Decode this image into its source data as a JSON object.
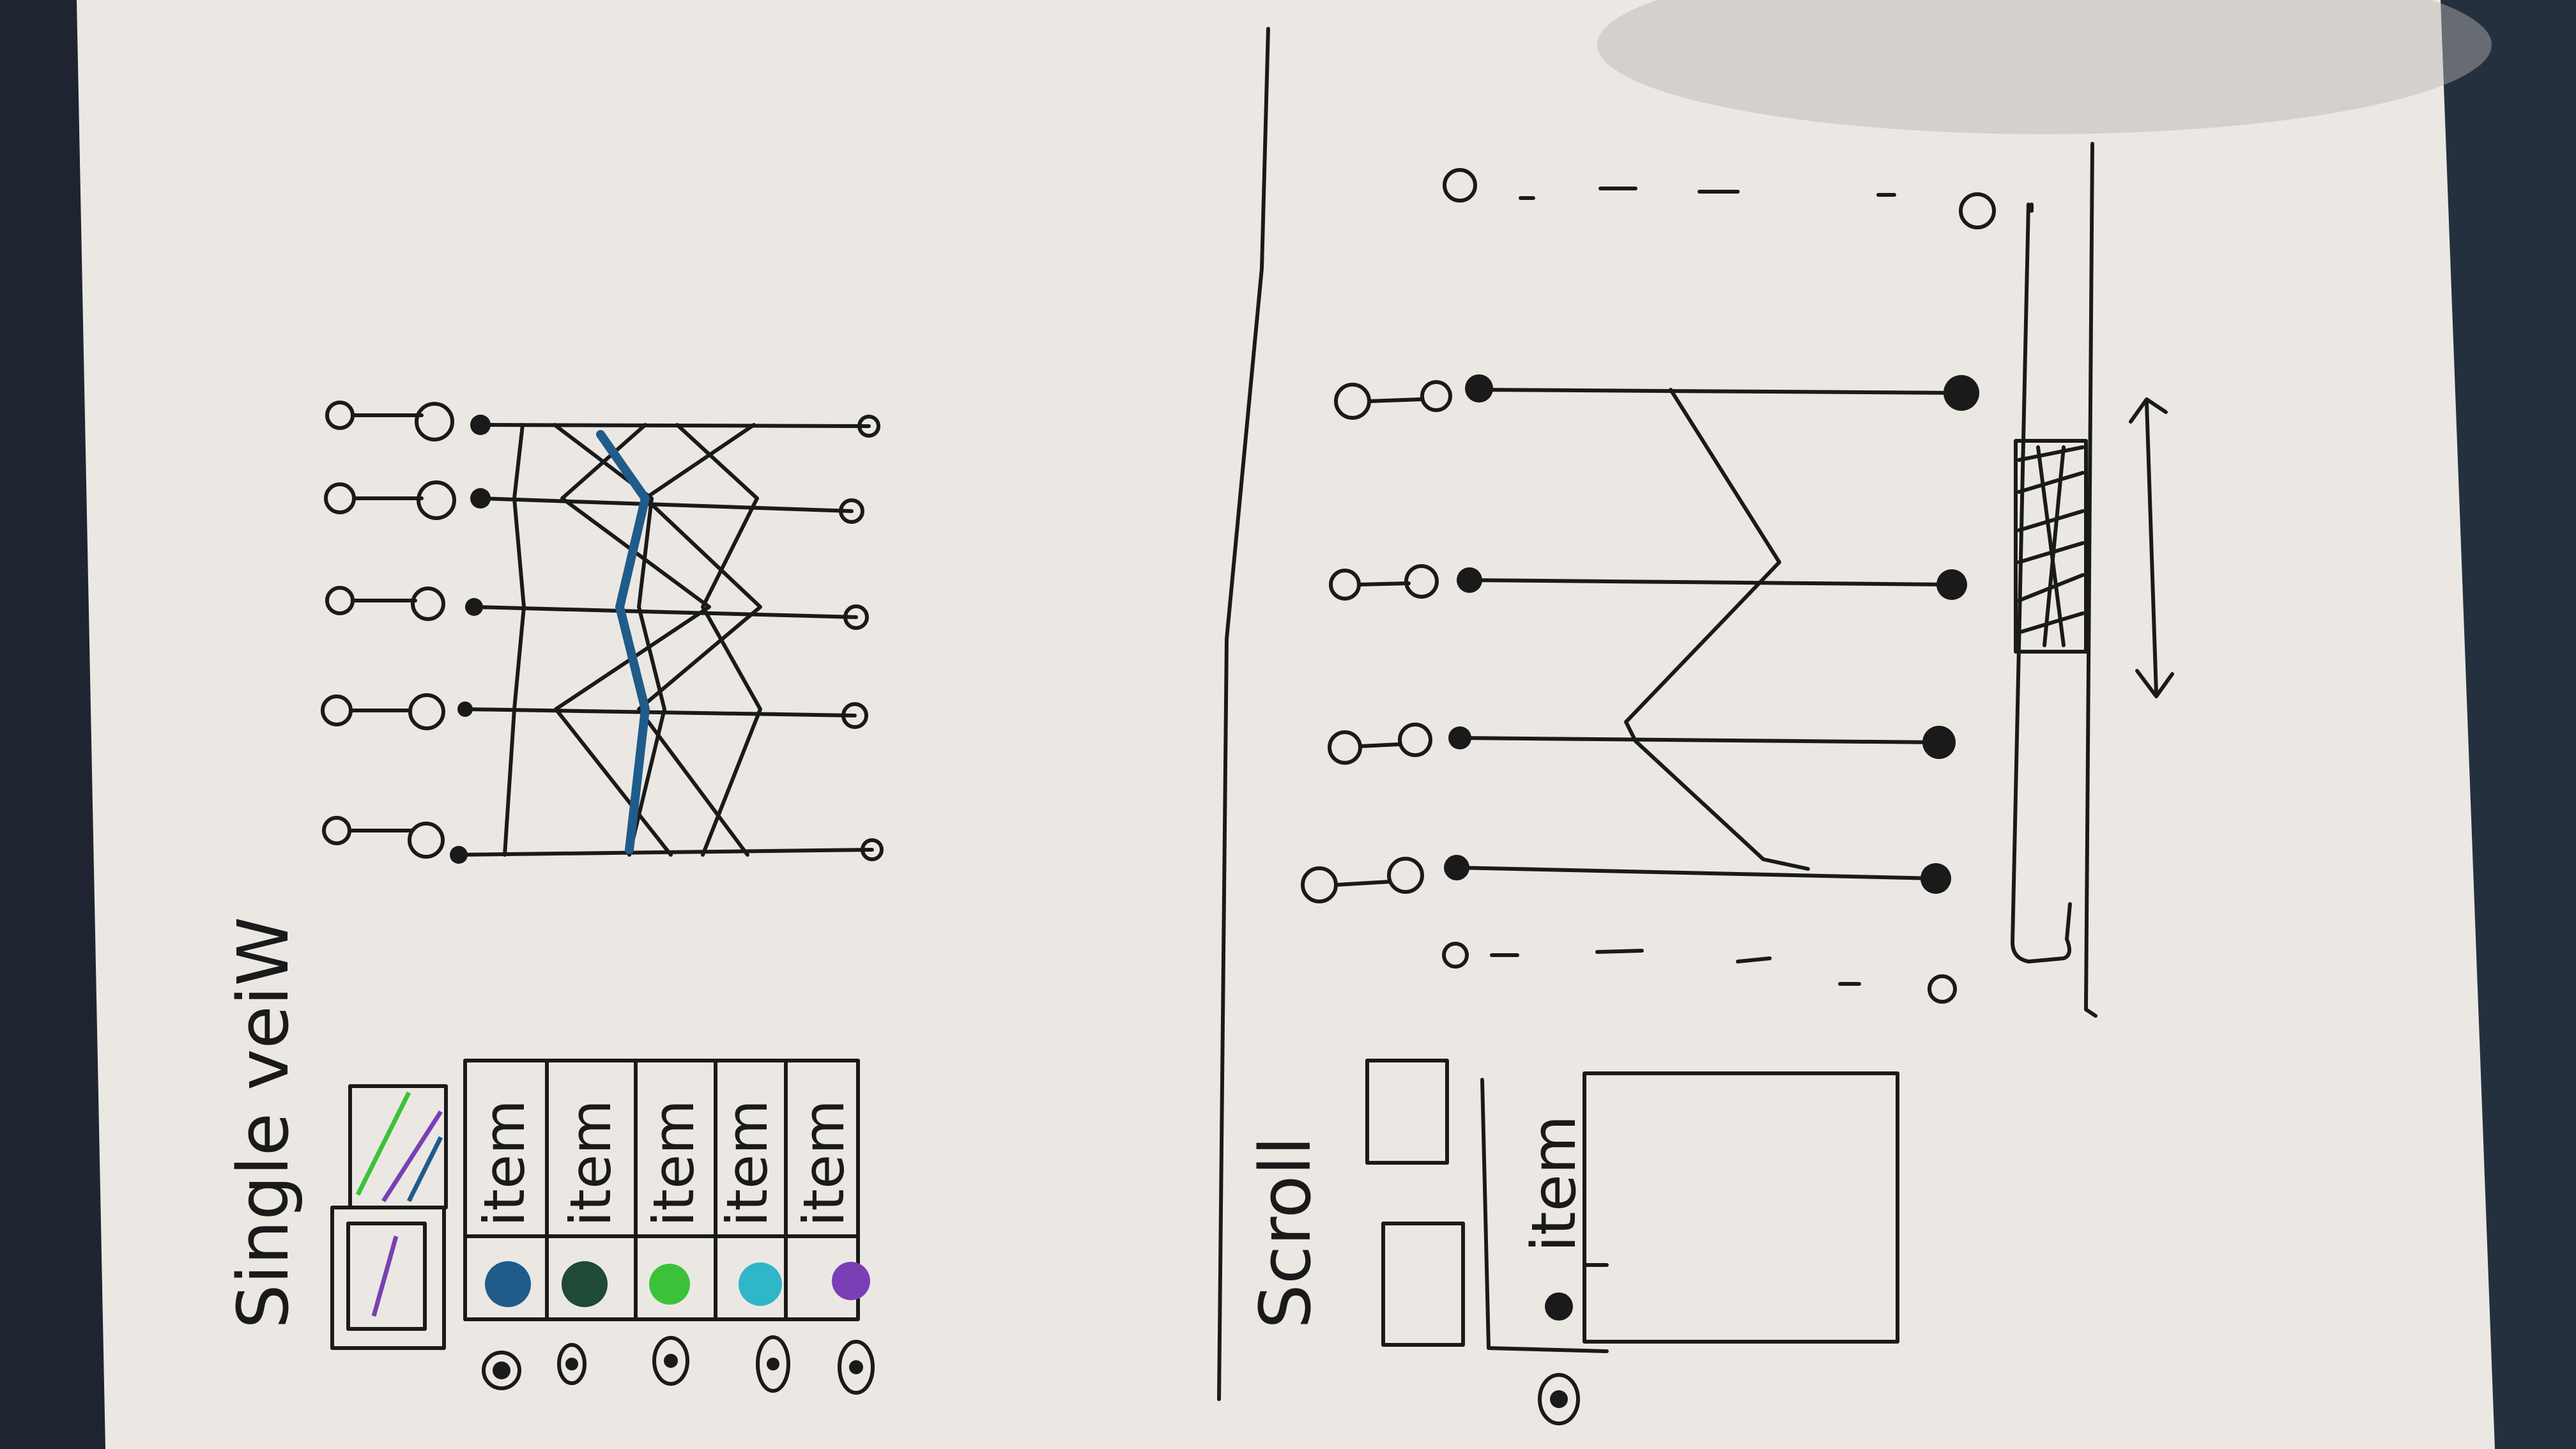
{
  "sketch": {
    "single_view_label": "Single veiW",
    "scroll_label": "Scroll",
    "item_label": "item",
    "list_item_colors": [
      "#1f5c8a",
      "#1e4a36",
      "#3cc23a",
      "#2fb6c8",
      "#7b3fb5"
    ],
    "accent_colors": {
      "blue_line": "#1f5c8a",
      "green_line": "#3cc23a",
      "purple_line": "#7b3fb5"
    }
  }
}
